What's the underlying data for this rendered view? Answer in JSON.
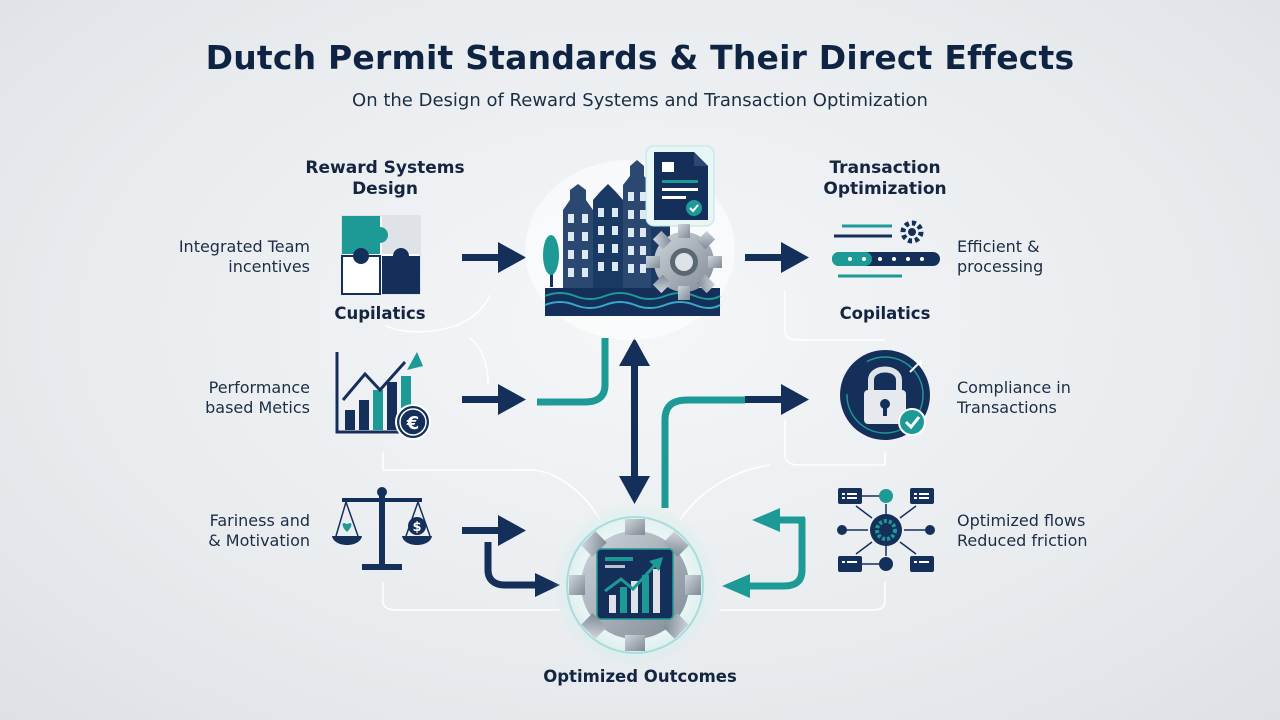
{
  "header": {
    "title": "Dutch Permit Standards & Their Direct Effects",
    "subtitle": "On the Design of Reward Systems and Transaction Optimization"
  },
  "left": {
    "heading": "Reward Systems\nDesign",
    "items": [
      {
        "label": "Integrated Team\nincentives",
        "icon": "puzzle-icon"
      },
      {
        "label": "Performance\nbased Metics",
        "icon": "growth-chart-euro-icon"
      },
      {
        "label": "Fariness and\n& Motivation",
        "icon": "balance-scale-icon"
      }
    ],
    "caption": "Cupilatics"
  },
  "right": {
    "heading": "Transaction\nOptimization",
    "items": [
      {
        "label": "Efficient &\nprocessing",
        "icon": "process-pipeline-icon"
      },
      {
        "label": "Compliance in\nTransactions",
        "icon": "padlock-check-icon"
      },
      {
        "label": "Optimized flows\nReduced friction",
        "icon": "network-flow-icon"
      }
    ],
    "caption": "Copilatics"
  },
  "center": {
    "top_icon": "amsterdam-canal-houses-permit-gear-icon",
    "bottom_icon": "gear-growth-chart-icon",
    "bottom_label": "Optimized Outcomes"
  },
  "colors": {
    "navy": "#14305a",
    "teal": "#1e9a96",
    "dark": "#0f2442",
    "background": "#eceef1"
  }
}
